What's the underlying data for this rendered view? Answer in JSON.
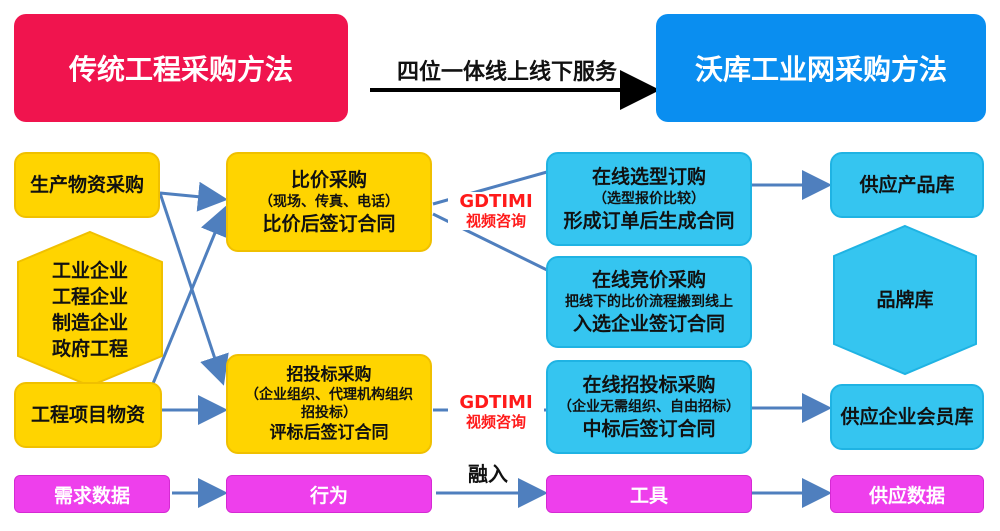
{
  "header": {
    "left_title": "传统工程采购方法",
    "right_title": "沃库工业网采购方法",
    "middle_label": "四位一体线上线下服务"
  },
  "needs": {
    "production": "生产物资采购",
    "enterprises": [
      "工业企业",
      "工程企业",
      "制造企业",
      "政府工程"
    ],
    "project": "工程项目物资"
  },
  "behavior": {
    "compare": {
      "title": "比价采购",
      "sub": "（现场、传真、电话）",
      "result": "比价后签订合同"
    },
    "tender": {
      "title": "招投标采购",
      "sub1": "（企业组织、代理机构组织",
      "sub2": "招投标）",
      "result": "评标后签订合同"
    }
  },
  "consult": {
    "top": {
      "brand": "GDTIMI",
      "label": "视频咨询"
    },
    "bottom": {
      "brand": "GDTIMI",
      "label": "视频咨询"
    }
  },
  "tools": {
    "select": {
      "title": "在线选型订购",
      "sub": "（选型报价比较）",
      "result": "形成订单后生成合同"
    },
    "bid": {
      "title": "在线竞价采购",
      "sub": "把线下的比价流程搬到线上",
      "result": "入选企业签订合同"
    },
    "tender": {
      "title": "在线招投标采购",
      "sub": "（企业无需组织、自由招标）",
      "result": "中标后签订合同"
    }
  },
  "supply": {
    "product_lib": "供应产品库",
    "brand_lib": "品牌库",
    "member_lib": "供应企业会员库"
  },
  "bottom_row": {
    "demand": "需求数据",
    "behavior": "行为",
    "merge": "融入",
    "tool": "工具",
    "supply": "供应数据"
  },
  "colors": {
    "red_header": "#f0144e",
    "blue_header": "#0a8ef0",
    "yellow_box": "#ffd400",
    "cyan_box": "#35c5f0",
    "magenta_box": "#ee3fec",
    "arrow_blue": "#4f7fbe",
    "consult_red": "#ff1a1a"
  }
}
